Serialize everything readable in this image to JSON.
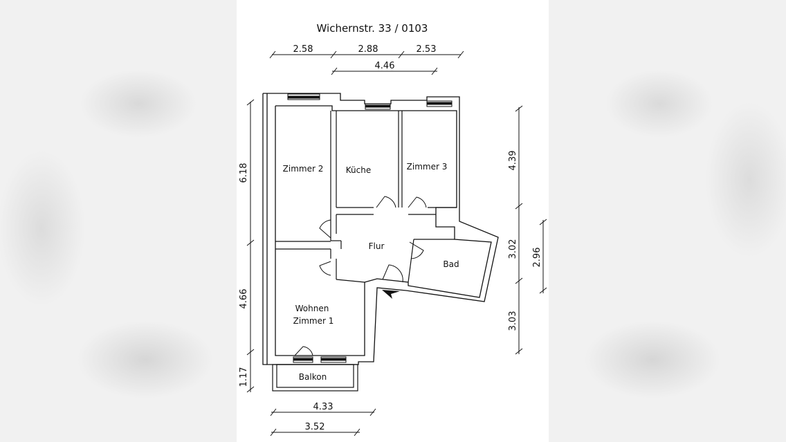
{
  "title": "Wichernstr. 33 / 0103",
  "rooms": {
    "zimmer2": "Zimmer 2",
    "kueche": "Küche",
    "zimmer3": "Zimmer 3",
    "flur": "Flur",
    "bad": "Bad",
    "wohnen_line1": "Wohnen",
    "wohnen_line2": "Zimmer 1",
    "balkon": "Balkon"
  },
  "dimensions": {
    "top_a": "2.58",
    "top_b": "2.88",
    "top_c": "2.53",
    "top_total": "4.46",
    "left_upper": "6.18",
    "left_middle": "4.66",
    "left_lower": "1.17",
    "right_upper": "4.39",
    "right_middle": "3.02",
    "right_lower": "3.03",
    "right_outer": "2.96",
    "bottom_a": "4.33",
    "bottom_b": "3.52"
  }
}
